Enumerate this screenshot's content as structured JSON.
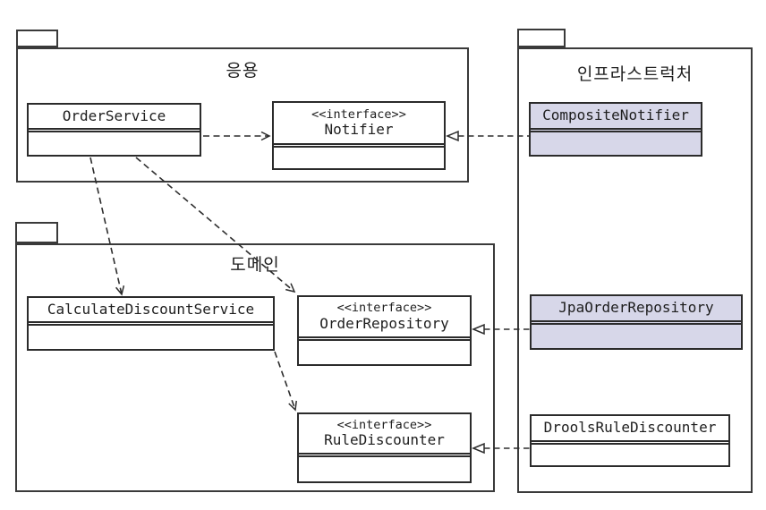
{
  "diagram": {
    "type": "uml-package-diagram",
    "packages": [
      {
        "id": "application",
        "name": "응용"
      },
      {
        "id": "domain",
        "name": "도메인"
      },
      {
        "id": "infrastructure",
        "name": "인프라스트럭처"
      }
    ],
    "classes": [
      {
        "id": "order-service",
        "name": "OrderService",
        "stereotype": "",
        "package": "응용",
        "highlighted": false
      },
      {
        "id": "notifier",
        "name": "Notifier",
        "stereotype": "<<interface>>",
        "package": "응용",
        "highlighted": false
      },
      {
        "id": "calculate-discount-service",
        "name": "CalculateDiscountService",
        "stereotype": "",
        "package": "도메인",
        "highlighted": false
      },
      {
        "id": "order-repository",
        "name": "OrderRepository",
        "stereotype": "<<interface>>",
        "package": "도메인",
        "highlighted": false
      },
      {
        "id": "rule-discounter",
        "name": "RuleDiscounter",
        "stereotype": "<<interface>>",
        "package": "도메인",
        "highlighted": false
      },
      {
        "id": "composite-notifier",
        "name": "CompositeNotifier",
        "stereotype": "",
        "package": "인프라스트럭처",
        "highlighted": true
      },
      {
        "id": "jpa-order-repository",
        "name": "JpaOrderRepository",
        "stereotype": "",
        "package": "인프라스트럭처",
        "highlighted": true
      },
      {
        "id": "drools-rule-discounter",
        "name": "DroolsRuleDiscounter",
        "stereotype": "",
        "package": "인프라스트럭처",
        "highlighted": false
      }
    ],
    "relationships": [
      {
        "from": "OrderService",
        "to": "Notifier",
        "type": "dependency"
      },
      {
        "from": "OrderService",
        "to": "CalculateDiscountService",
        "type": "dependency"
      },
      {
        "from": "OrderService",
        "to": "OrderRepository",
        "type": "dependency"
      },
      {
        "from": "CalculateDiscountService",
        "to": "RuleDiscounter",
        "type": "dependency"
      },
      {
        "from": "CompositeNotifier",
        "to": "Notifier",
        "type": "realization"
      },
      {
        "from": "JpaOrderRepository",
        "to": "OrderRepository",
        "type": "realization"
      },
      {
        "from": "DroolsRuleDiscounter",
        "to": "RuleDiscounter",
        "type": "realization"
      }
    ],
    "colors": {
      "highlight_fill": "#d7d7e9",
      "line_color": "#2d2d2d",
      "background": "#ffffff"
    }
  }
}
